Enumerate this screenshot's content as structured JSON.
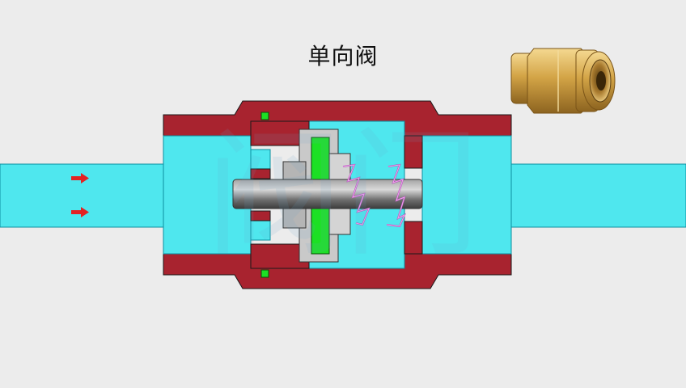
{
  "title": "单向阀",
  "watermark": "阀门",
  "colors": {
    "background": "#ececec",
    "fluid": "#4fe7ee",
    "fluid_edge": "#0c8fa0",
    "body": "#a8232f",
    "body_edge": "#1a1a1a",
    "disc_gray": "#c9c9c9",
    "seal_green": "#1ce024",
    "spring": "#f0a6ee",
    "stem": "#7d7d7d",
    "arrow": "#e32222",
    "brass": "#d7a84a"
  },
  "icons": [
    "flow-arrow-icon",
    "brass-check-valve-photo"
  ]
}
